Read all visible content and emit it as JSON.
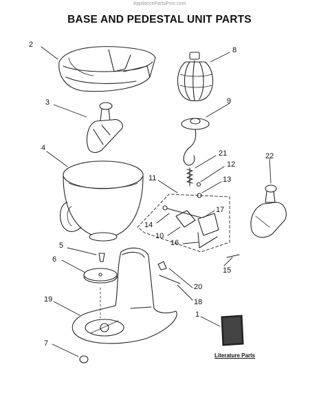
{
  "watermark": "AppliancePartsPros.com",
  "title": "BASE AND PEDESTAL UNIT PARTS",
  "callouts": {
    "c1": "1",
    "c2": "2",
    "c3": "3",
    "c4": "4",
    "c5": "5",
    "c6": "6",
    "c7": "7",
    "c8": "8",
    "c9": "9",
    "c10": "10",
    "c11": "11",
    "c12": "12",
    "c13": "13",
    "c14": "14",
    "c15": "15",
    "c16": "16",
    "c17": "17",
    "c18": "18",
    "c19": "19",
    "c20": "20",
    "c21": "21",
    "c22": "22"
  },
  "literature": {
    "label": "Literature Parts"
  }
}
